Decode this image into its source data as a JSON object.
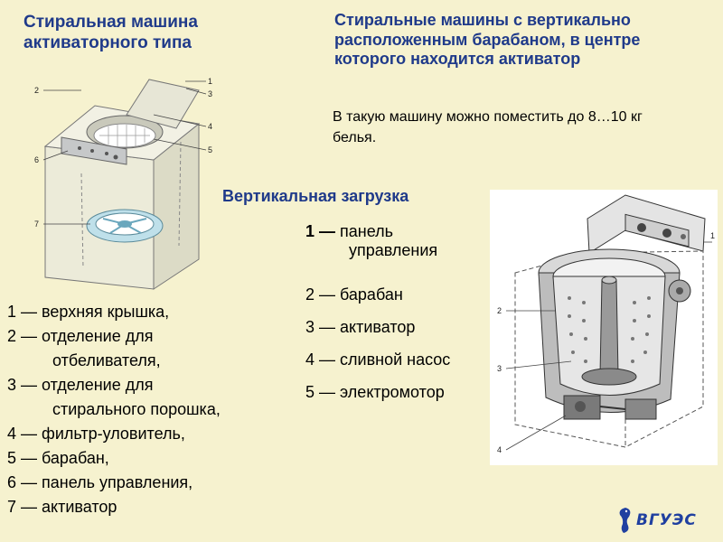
{
  "title_left": "Стиральная машина активаторного типа",
  "title_right": "Стиральные машины с вертикально расположенным барабаном, в центре которого находится активатор",
  "capacity_note": "В такую машину можно поместить до 8…10 кг белья.",
  "subheading": "Вертикальная загрузка",
  "left_legend": {
    "line1": "1 — верхняя крышка,",
    "line2": "2 — отделение для",
    "line3": "отбеливателя,",
    "line4": "3 — отделение для",
    "line5": "стирального порошка,",
    "line6": "4 — фильтр-уловитель,",
    "line7": "5 — барабан,",
    "line8": "6 — панель управления,",
    "line9": "7 — активатор"
  },
  "right_legend": {
    "item1_num": "1 —",
    "item1_a": "панель",
    "item1_b": "управления",
    "item2": "2 — барабан",
    "item3": "3 — активатор",
    "item4": "4 — сливной насос",
    "item5": "5 — электромотор"
  },
  "left_diagram_labels": {
    "l1": "1",
    "l2": "2",
    "l3": "3",
    "l4": "4",
    "l5": "5",
    "l6": "6",
    "l7": "7"
  },
  "right_diagram_labels": {
    "r1": "1",
    "r2": "2",
    "r3": "3",
    "r4": "4"
  },
  "logo_text": "ВГУЭС"
}
